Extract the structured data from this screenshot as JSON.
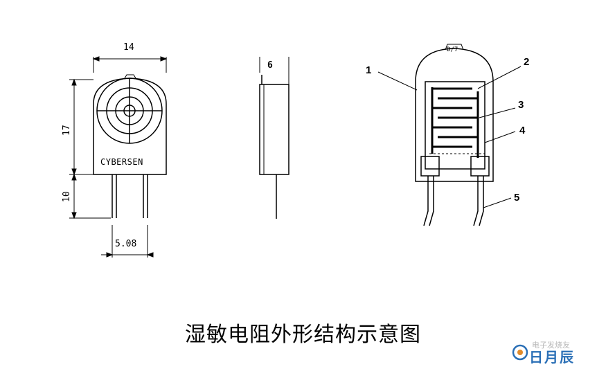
{
  "caption": "湿敏电阻外形结构示意图",
  "front_view": {
    "width_dim": "14",
    "height_dim": "17",
    "lead_length_dim": "10",
    "pin_pitch_dim": "5.08",
    "brand": "CYBERSEN"
  },
  "side_view": {
    "thickness_dim": "6"
  },
  "structure_view": {
    "top_mark": "D/7",
    "labels": [
      "1",
      "2",
      "3",
      "4",
      "5"
    ]
  },
  "watermark": {
    "text": "电子发烧友",
    "brand": "日月辰"
  }
}
